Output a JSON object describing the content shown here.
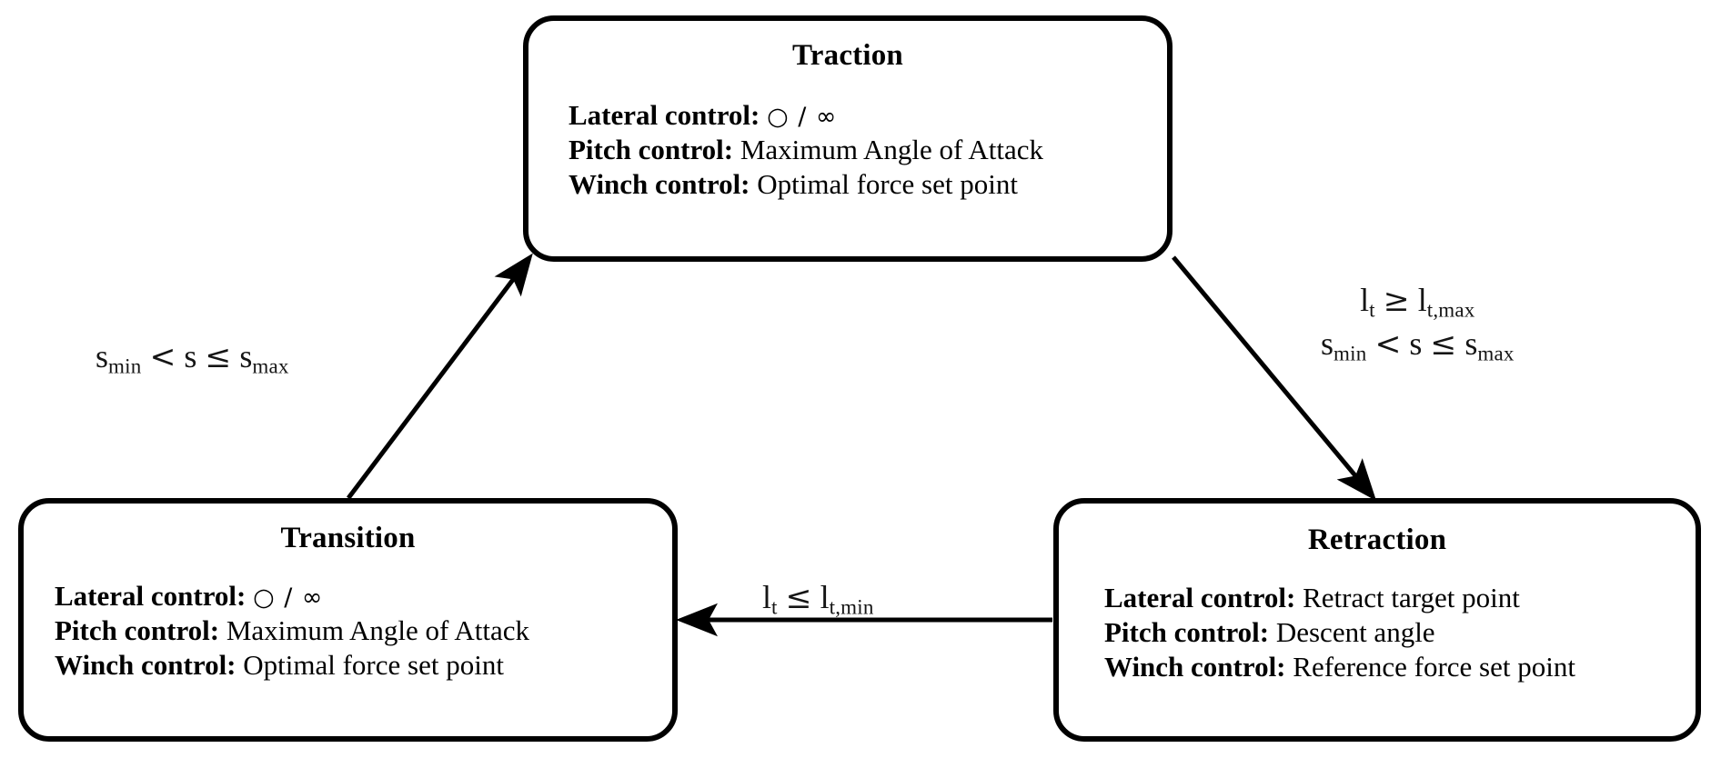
{
  "diagram": {
    "type": "state-machine-flow",
    "title_hidden": "Kite power cycle state machine",
    "background_color": "#ffffff",
    "stroke_color": "#000000"
  },
  "states": [
    {
      "id": "traction",
      "title": "Traction",
      "rows": [
        {
          "label": "Lateral control:",
          "value": "○ / ∞",
          "is_glyph": true
        },
        {
          "label": "Pitch control:",
          "value": "Maximum Angle of Attack",
          "is_glyph": false
        },
        {
          "label": "Winch control:",
          "value": "Optimal force set point",
          "is_glyph": false
        }
      ]
    },
    {
      "id": "transition",
      "title": "Transition",
      "rows": [
        {
          "label": "Lateral control:",
          "value": "○ / ∞",
          "is_glyph": true
        },
        {
          "label": "Pitch control:",
          "value": "Maximum Angle of Attack",
          "is_glyph": false
        },
        {
          "label": "Winch control:",
          "value": "Optimal force set point",
          "is_glyph": false
        }
      ]
    },
    {
      "id": "retraction",
      "title": "Retraction",
      "rows": [
        {
          "label": "Lateral control:",
          "value": "Retract target point",
          "is_glyph": false
        },
        {
          "label": "Pitch control:",
          "value": "Descent angle",
          "is_glyph": false
        },
        {
          "label": "Winch control:",
          "value": "Reference force set point",
          "is_glyph": false
        }
      ]
    }
  ],
  "transitions": [
    {
      "id": "transition-to-traction",
      "from": "transition",
      "to": "traction",
      "direction": "up-right",
      "conditions": [
        {
          "lhs": "s",
          "lhs_sub": "min",
          "op": "<",
          "mid": "s",
          "op2": "≤",
          "rhs": "s",
          "rhs_sub": "max"
        }
      ]
    },
    {
      "id": "traction-to-retraction",
      "from": "traction",
      "to": "retraction",
      "direction": "down-right",
      "conditions": [
        {
          "lhs": "l",
          "lhs_sub": "t",
          "op": "≥",
          "rhs": "l",
          "rhs_sub": "t,max"
        },
        {
          "lhs": "s",
          "lhs_sub": "min",
          "op": "<",
          "mid": "s",
          "op2": "≤",
          "rhs": "s",
          "rhs_sub": "max"
        }
      ]
    },
    {
      "id": "retraction-to-transition",
      "from": "retraction",
      "to": "transition",
      "direction": "left",
      "conditions": [
        {
          "lhs": "l",
          "lhs_sub": "t",
          "op": "≤",
          "rhs": "l",
          "rhs_sub": "t,min"
        }
      ]
    }
  ],
  "labels": {
    "left": {
      "row1": {
        "a": "s",
        "a_sub": "min",
        "op1": "<",
        "b": "s",
        "op2": "≤",
        "c": "s",
        "c_sub": "max"
      }
    },
    "right": {
      "row1": {
        "a": "l",
        "a_sub": "t",
        "op1": "≥",
        "c": "l",
        "c_sub": "t,max"
      },
      "row2": {
        "a": "s",
        "a_sub": "min",
        "op1": "<",
        "b": "s",
        "op2": "≤",
        "c": "s",
        "c_sub": "max"
      }
    },
    "bottom": {
      "row1": {
        "a": "l",
        "a_sub": "t",
        "op1": "≤",
        "c": "l",
        "c_sub": "t,min"
      }
    }
  }
}
